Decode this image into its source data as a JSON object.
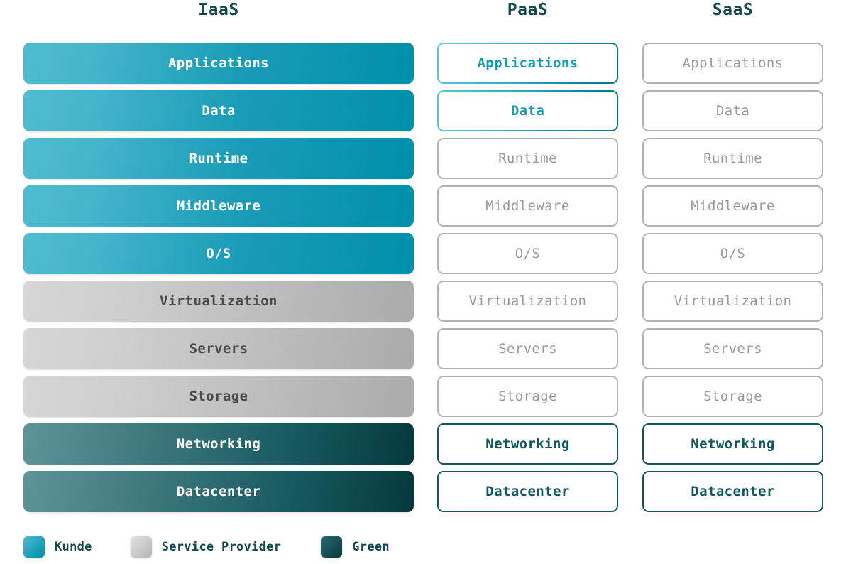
{
  "diagram": {
    "title_bar": "",
    "columns": [
      {
        "key": "iaas",
        "title": "IaaS",
        "style": "filled"
      },
      {
        "key": "paas",
        "title": "PaaS",
        "style": "outlined"
      },
      {
        "key": "saas",
        "title": "SaaS",
        "style": "outlined"
      }
    ],
    "layers": [
      "Applications",
      "Data",
      "Runtime",
      "Middleware",
      "O/S",
      "Virtualization",
      "Servers",
      "Storage",
      "Networking",
      "Datacenter"
    ],
    "iaas": {
      "rows": [
        {
          "label": "Applications",
          "owner": "customer"
        },
        {
          "label": "Data",
          "owner": "customer"
        },
        {
          "label": "Runtime",
          "owner": "customer"
        },
        {
          "label": "Middleware",
          "owner": "customer"
        },
        {
          "label": "O/S",
          "owner": "customer"
        },
        {
          "label": "Virtualization",
          "owner": "provider"
        },
        {
          "label": "Servers",
          "owner": "provider"
        },
        {
          "label": "Storage",
          "owner": "provider"
        },
        {
          "label": "Networking",
          "owner": "green"
        },
        {
          "label": "Datacenter",
          "owner": "green"
        }
      ]
    },
    "paas": {
      "rows": [
        {
          "label": "Applications",
          "owner": "customer"
        },
        {
          "label": "Data",
          "owner": "customer"
        },
        {
          "label": "Runtime",
          "owner": "provider"
        },
        {
          "label": "Middleware",
          "owner": "provider"
        },
        {
          "label": "O/S",
          "owner": "provider"
        },
        {
          "label": "Virtualization",
          "owner": "provider"
        },
        {
          "label": "Servers",
          "owner": "provider"
        },
        {
          "label": "Storage",
          "owner": "provider"
        },
        {
          "label": "Networking",
          "owner": "green"
        },
        {
          "label": "Datacenter",
          "owner": "green"
        }
      ]
    },
    "saas": {
      "rows": [
        {
          "label": "Applications",
          "owner": "provider"
        },
        {
          "label": "Data",
          "owner": "provider"
        },
        {
          "label": "Runtime",
          "owner": "provider"
        },
        {
          "label": "Middleware",
          "owner": "provider"
        },
        {
          "label": "O/S",
          "owner": "provider"
        },
        {
          "label": "Virtualization",
          "owner": "provider"
        },
        {
          "label": "Servers",
          "owner": "provider"
        },
        {
          "label": "Storage",
          "owner": "provider"
        },
        {
          "label": "Networking",
          "owner": "green"
        },
        {
          "label": "Datacenter",
          "owner": "green"
        }
      ]
    },
    "legend": {
      "items": [
        {
          "key": "customer",
          "label": "Kunde",
          "color": "#0f97ae"
        },
        {
          "key": "provider",
          "label": "Service Provider",
          "color": "#c7c7c7"
        },
        {
          "key": "green",
          "label": "Green",
          "color": "#12565e"
        }
      ]
    },
    "colors": {
      "customer_fill_from": "#4fbcd0",
      "customer_fill_to": "#0090aa",
      "provider_fill_from": "#d6d6d6",
      "provider_fill_to": "#ababab",
      "green_fill_from": "#5f9499",
      "green_fill_to": "#06383d",
      "title_text": "#13474e",
      "provider_outline": "#b2b2b2",
      "provider_text": "#9a9a9a",
      "customer_outline_text": "#0f9cb4",
      "green_outline": "#12565e",
      "background": "#ffffff"
    }
  }
}
